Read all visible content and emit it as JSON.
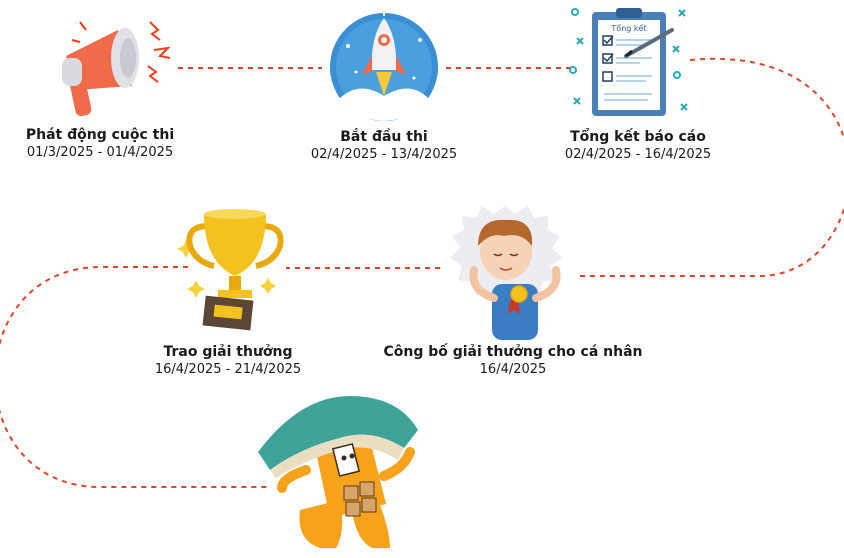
{
  "steps": [
    {
      "title": "Phát động cuộc thi",
      "date": "01/3/2025 - 01/4/2025",
      "icon": "megaphone-icon"
    },
    {
      "title": "Bắt đầu thi",
      "date": "02/4/2025 - 13/4/2025",
      "icon": "rocket-icon"
    },
    {
      "title": "Tổng kết báo cáo",
      "date": "02/4/2025 - 16/4/2025",
      "icon": "clipboard-icon"
    },
    {
      "title": "Trao giải thưởng",
      "date": "16/4/2025 - 21/4/2025",
      "icon": "trophy-icon"
    },
    {
      "title": "Công bố giải thưởng cho cá nhân",
      "date": "16/4/2025",
      "icon": "boy-medal-icon"
    }
  ],
  "clipboard_heading": "Tổng kết",
  "mascot_icon": "book-mascot-icon",
  "colors": {
    "path": "#d9462a",
    "megaphone": "#ef6b4a",
    "rocket_bg": "#3a8fd4",
    "clipboard": "#4a7fb5",
    "trophy": "#f4c21f",
    "mascot": "#f7a21b",
    "book": "#3fa39a"
  }
}
